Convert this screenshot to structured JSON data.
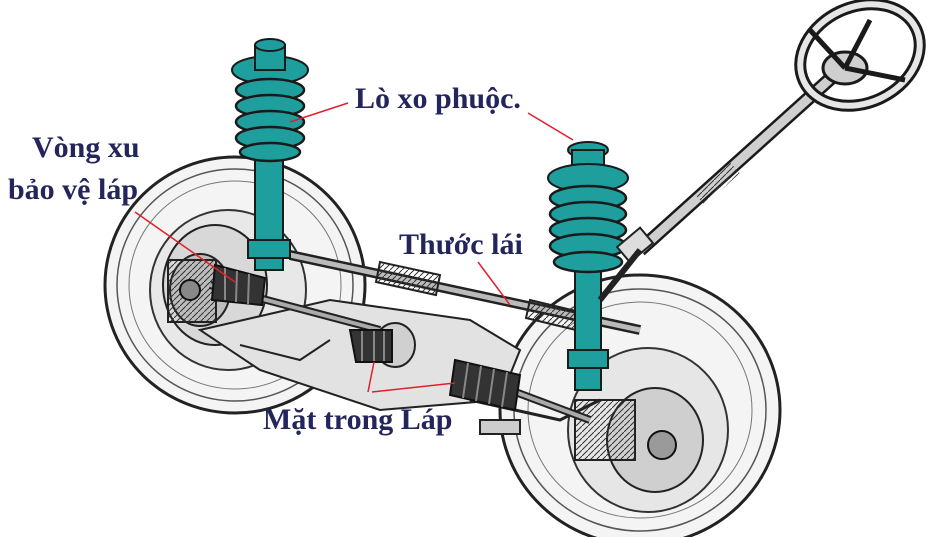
{
  "labels": {
    "coil_spring": "Lò xo phuộc.",
    "boot_line1": "Vòng xu",
    "boot_line2": "bảo vệ láp",
    "steering_rack": "Thước lái",
    "inner_cv": "Mặt trong Láp"
  },
  "colors": {
    "label_text": "#23255b",
    "leader_line": "#e0202a",
    "strut": "#1f9e9e",
    "outline": "#1a1a1a",
    "tire": "#f3f3f3"
  },
  "icons": [
    "steering-wheel-icon",
    "coil-spring-icon",
    "wheel-icon",
    "cv-boot-icon"
  ]
}
